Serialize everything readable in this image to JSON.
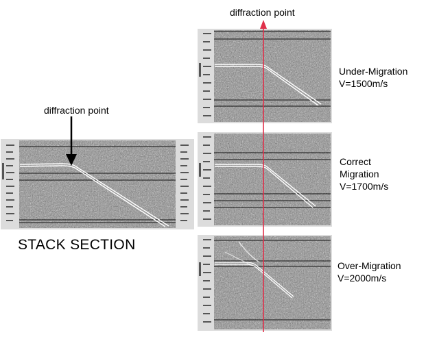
{
  "labels": {
    "top_diffraction": "diffraction point",
    "left_diffraction": "diffraction point",
    "stack_section": "STACK SECTION"
  },
  "panels": {
    "stack": {
      "name": "STACK SECTION"
    },
    "under": {
      "line1": "Under-Migration",
      "line2": "V=1500m/s"
    },
    "correct": {
      "line1": "Correct",
      "line2": "Migration",
      "line3": "V=1700m/s"
    },
    "over": {
      "line1": "Over-Migration",
      "line2": "V=2000m/s"
    }
  },
  "colors": {
    "marker_line": "#e0304a",
    "seismic_bg": "#8a8a8a",
    "axis_strip": "#dcdcdc",
    "arrow": "#000000",
    "reflector": "#111111",
    "event": "#ffffff"
  }
}
